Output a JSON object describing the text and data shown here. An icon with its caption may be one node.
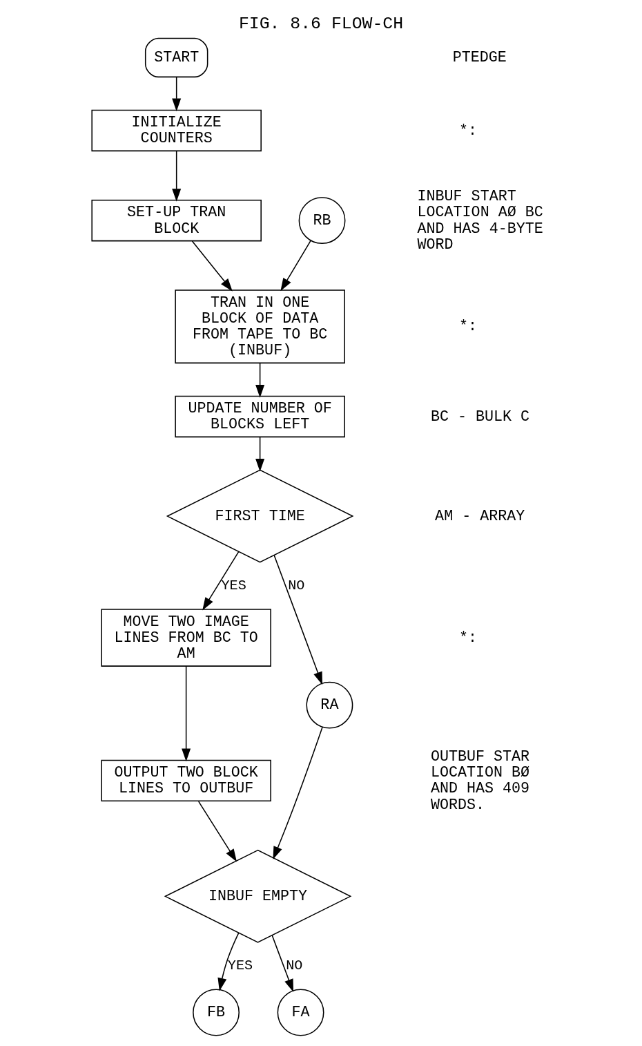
{
  "diagram": {
    "title": "FIG. 8.6 FLOW-CH",
    "nodes": [
      {
        "text": [
          "START"
        ]
      },
      {
        "text": [
          "INITIALIZE COUNTERS"
        ]
      },
      {
        "text": [
          "SET-UP TRAN BLOCK"
        ]
      },
      {
        "text": [
          "RB"
        ]
      },
      {
        "text": [
          "TRAN IN ONE BLOCK OF DATA FROM TAPE TO BC (INBUF)"
        ]
      },
      {
        "text": [
          "UPDATE NUMBER OF BLOCKS LEFT"
        ]
      },
      {
        "text": [
          "FIRST TIME"
        ]
      },
      {
        "text": [
          "MOVE TWO IMAGE LINES FROM BC TO AM"
        ]
      },
      {
        "text": [
          "OUTPUT TWO BLOCK LINES TO OUTBUF"
        ]
      },
      {
        "text": [
          "RA"
        ]
      },
      {
        "text": [
          "INBUF EMPTY"
        ]
      },
      {
        "text": [
          "FB"
        ]
      },
      {
        "text": [
          "FA"
        ]
      }
    ],
    "edges": [
      {
        "from": 0,
        "to": 1,
        "arrow": "to"
      },
      {
        "from": 1,
        "to": 2,
        "arrow": "to"
      },
      {
        "from": 2,
        "to": 4,
        "arrow": "to"
      },
      {
        "from": 3,
        "to": 4,
        "arrow": "to"
      },
      {
        "from": 4,
        "to": 5,
        "arrow": "to"
      },
      {
        "from": 5,
        "to": 6,
        "arrow": "to"
      },
      {
        "from": 6,
        "to": 9,
        "arrow": "to",
        "label": "NO"
      },
      {
        "from": 6,
        "to": 7,
        "arrow": "to",
        "label": "YES"
      },
      {
        "from": 7,
        "to": 8,
        "arrow": "to"
      },
      {
        "from": 8,
        "to": 10,
        "arrow": "to"
      },
      {
        "from": 9,
        "to": 10,
        "arrow": "to"
      },
      {
        "from": 10,
        "to": 11,
        "arrow": "to",
        "label": "YES"
      },
      {
        "from": 10,
        "to": 12,
        "arrow": "to",
        "label": "NO"
      }
    ],
    "labels": [
      "PTEDGE",
      "*:",
      "INBUF START LOCATION AØ BC AND HAS 4-BYTE WORD",
      "*:",
      "BC - BULK C",
      "AM - ARRAY",
      "*:",
      "OUTBUF STAR LOCATION BØ AND HAS 409 WORDS."
    ]
  }
}
